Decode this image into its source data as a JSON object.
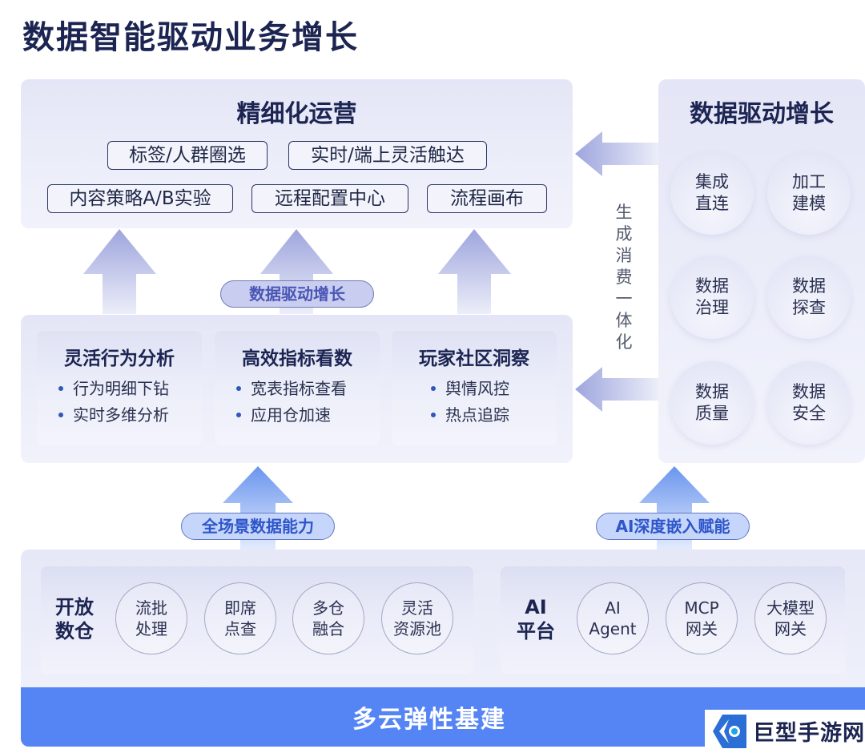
{
  "title": "数据智能驱动业务增长",
  "operations": {
    "title": "精细化运营",
    "tags_row1": [
      "标签/人群圈选",
      "实时/端上灵活触达"
    ],
    "tags_row2": [
      "内容策略A/B实验",
      "远程配置中心",
      "流程画布"
    ]
  },
  "data_drive": {
    "title": "数据驱动增长",
    "circles": [
      [
        "集成",
        "直连"
      ],
      [
        "加工",
        "建模"
      ],
      [
        "数据",
        "治理"
      ],
      [
        "数据",
        "探查"
      ],
      [
        "数据",
        "质量"
      ],
      [
        "数据",
        "安全"
      ]
    ]
  },
  "vertical_label": [
    "生",
    "成",
    "消",
    "费",
    "一",
    "体",
    "化"
  ],
  "pills": {
    "middle": "数据驱动增长",
    "left": "全场景数据能力",
    "right": "AI深度嵌入赋能"
  },
  "analysis_cards": [
    {
      "title": "灵活行为分析",
      "items": [
        "行为明细下钻",
        "实时多维分析"
      ]
    },
    {
      "title": "高效指标看数",
      "items": [
        "宽表指标查看",
        "应用仓加速"
      ]
    },
    {
      "title": "玩家社区洞察",
      "items": [
        "舆情风控",
        "热点追踪"
      ]
    }
  ],
  "warehouse": {
    "label": [
      "开放",
      "数仓"
    ],
    "items": [
      [
        "流批",
        "处理"
      ],
      [
        "即席",
        "点查"
      ],
      [
        "多仓",
        "融合"
      ],
      [
        "灵活",
        "资源池"
      ]
    ]
  },
  "ai_platform": {
    "label": [
      "AI",
      "平台"
    ],
    "items": [
      [
        "AI",
        "Agent"
      ],
      [
        "MCP",
        "网关"
      ],
      [
        "大模型",
        "网关"
      ]
    ]
  },
  "infrastructure": "多云弹性基建",
  "watermark": "巨型手游网",
  "colors": {
    "title": "#1c2452",
    "infra_bar": "#5585f5",
    "arrow_lavender": "#a4abe0",
    "arrow_blue": "#6f9bf0",
    "bullet": "#2f56b8"
  }
}
